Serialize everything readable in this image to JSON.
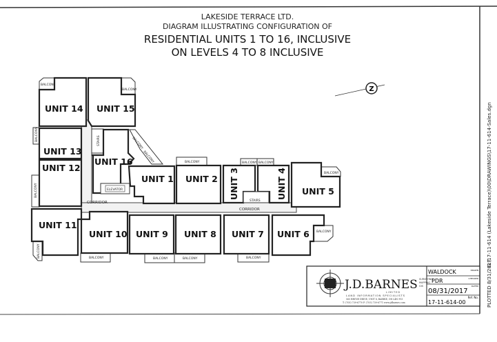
{
  "header": {
    "line1": "LAKESIDE TERRACE LTD.",
    "line2": "DIAGRAM ILLUSTRATING CONFIGURATION OF",
    "line3": "RESIDENTIAL UNITS 1 TO 16, INCLUSIVE",
    "line4": "ON LEVELS 4 TO 8 INCLUSIVE"
  },
  "compass": {
    "label": "Z"
  },
  "units": [
    "UNIT 1",
    "UNIT 2",
    "UNIT 3",
    "UNIT 4",
    "UNIT 5",
    "UNIT 6",
    "UNIT 7",
    "UNIT 8",
    "UNIT 9",
    "UNIT 10",
    "UNIT 11",
    "UNIT 12",
    "UNIT 13",
    "UNIT 14",
    "UNIT 15",
    "UNIT 16"
  ],
  "labels": {
    "balcony": "BALCONY",
    "corridor": "CORRIDOR",
    "stairs": "STAIRS",
    "elevator": "ELEVATOR"
  },
  "title_block": {
    "company": "J.D.BARNES",
    "limited": "LIMITED",
    "services": [
      "SURVEYING",
      "MAPPING",
      "GIS"
    ],
    "tagline": "LAND INFORMATION SPECIALISTS",
    "address": "565 BRYNE DRIVE, UNIT 8, BARRIE, ON L4N 9Y3",
    "contact": "T: (705) 739-6770    F: (705) 739-6771    www.jdbarnes.com",
    "drawn_label": "DRAWN",
    "drawn": "WALDOCK",
    "checked_label": "CHECKED",
    "checked": "PDR",
    "dated_label": "DATED",
    "dated": "08/31/2017",
    "ref_label": "Ref. No.",
    "ref": "17-11-614-00"
  },
  "side": {
    "plotted": "PLOTTED  8/31/2017",
    "path": "G:\\17-11-614 (Lakeside Terrace)\\00\\DRAWINGS\\17-11-614-Sales.dgn"
  }
}
